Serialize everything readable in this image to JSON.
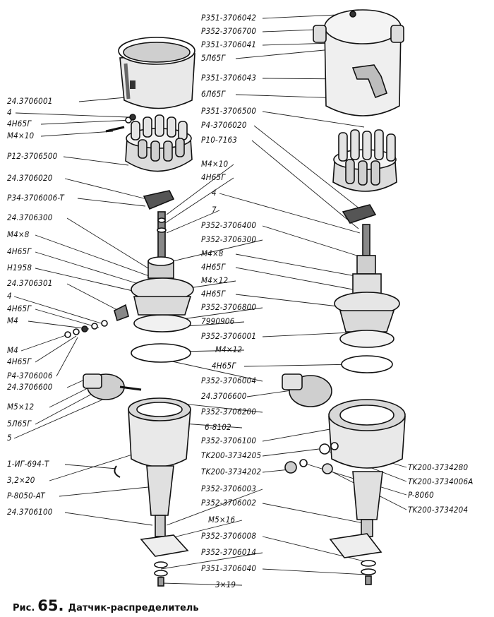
{
  "left_labels": [
    "24.3706001",
    "4",
    "4H65Г",
    "M4×10",
    "P12-3706500",
    "24.3706020",
    "P34-3706006-T",
    "24.3706300",
    "M4×8",
    "4H65Г",
    "H1958",
    "24.3706301",
    "4",
    "4H65Г",
    "M4",
    "M4",
    "4H65Г",
    "P4-3706006",
    "24.3706600",
    "M5×12",
    "5Л65Г",
    "5",
    "1-ИГ-694-T",
    "3,2×20",
    "P-8050-AT",
    "24.3706100"
  ],
  "middle_labels": [
    "P351-3706042",
    "P352-3706700",
    "P351-3706041",
    "5Л65Г",
    "P351-3706043",
    "6Л65Г",
    "P351-3706500",
    "P4-3706020",
    "P10-7163",
    "M4×10",
    "4H65Г",
    "4",
    "7",
    "P352-3706400",
    "P352-3706300",
    "M4×8",
    "4H65Г",
    "M4×12",
    "4H65Г",
    "P352-3706800",
    "7990906",
    "P352-3706001",
    "M4×12",
    "4H65Г",
    "P352-3706004",
    "24.3706600",
    "P352-3706200",
    "6-8102",
    "P352-3706100",
    "TK200-3734205",
    "TK200-3734202",
    "P352-3706003",
    "P352-3706002",
    "M5×16",
    "P352-3706008",
    "P352-3706014",
    "P351-3706040",
    "3×19"
  ],
  "right_labels": [
    "TK200-3734280",
    "TK200-3734006A",
    "P-8060",
    "TK200-3734204"
  ],
  "caption": {
    "prefix": "Рис.",
    "number": "65.",
    "title": "Датчик-распределитель"
  }
}
